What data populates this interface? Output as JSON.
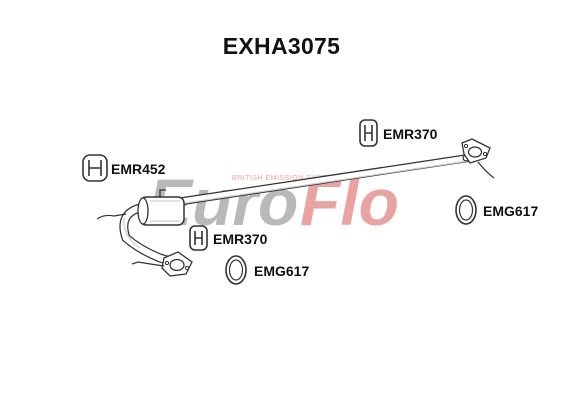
{
  "title": "EXHA3075",
  "watermark": {
    "part1": "Euro",
    "part2": "Flo",
    "tagline": "BRITISH EMISSION SYSTEMS",
    "grey": "#b9b9b9",
    "red": "#e9a3a3"
  },
  "parts": {
    "rubber_mount_left": "EMR452",
    "rubber_mount_top": "EMR370",
    "rubber_mount_middle": "EMR370",
    "gasket_right": "EMG617",
    "gasket_bottom": "EMG617"
  },
  "colors": {
    "outline": "#333333",
    "fill": "#ffffff",
    "pipe_shade": "#cfcfcf"
  }
}
